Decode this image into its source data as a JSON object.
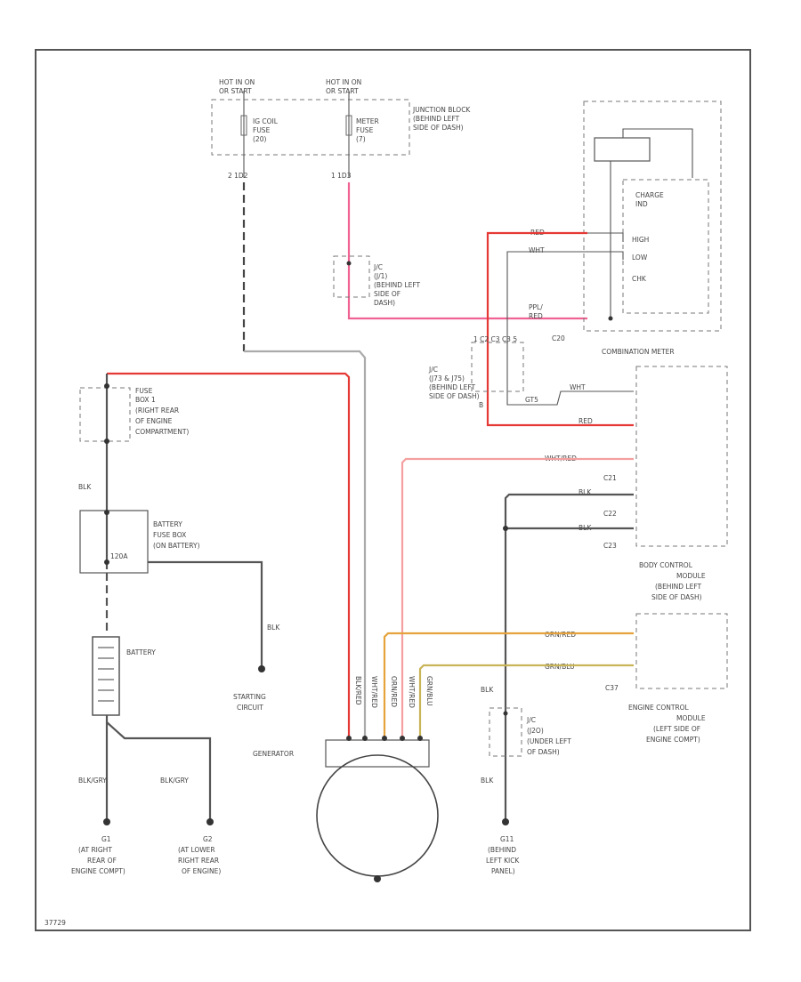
{
  "colors": {
    "frame": "#555555",
    "red": "#e53935",
    "pink": "#f06292",
    "black": "#444444",
    "gray": "#aaaaaa",
    "orange": "#e6a23c",
    "olive": "#c9b458",
    "lightpink": "#f4a0a0"
  },
  "top": {
    "hot_left": [
      "HOT IN ON",
      "OR START"
    ],
    "hot_right": [
      "HOT IN ON",
      "OR START"
    ],
    "fuse_left": [
      "IG COIL",
      "FUSE",
      "(20)"
    ],
    "fuse_right": [
      "METER",
      "FUSE",
      "(7)"
    ],
    "junction_block": [
      "JUNCTION BLOCK",
      "(BEHIND LEFT",
      "SIDE OF DASH)"
    ],
    "conn_left": "2   1D2",
    "conn_right": "1   1D3",
    "jc_upper": [
      "J/C",
      "(J/1)",
      "(BEHIND LEFT",
      "SIDE OF",
      "DASH)"
    ]
  },
  "meter": {
    "charge": [
      "CHARGE",
      "IND"
    ],
    "high": "HIGH",
    "low": "LOW",
    "chk": "CHK",
    "label": "COMBINATION METER",
    "conn": "C20",
    "wire_red": "RED",
    "wire_wht": "WHT",
    "wire_pnk": [
      "PPL/",
      "RED"
    ]
  },
  "jc_mid": {
    "label": [
      "J/C",
      "(J73 & J75)",
      "(BEHIND LEFT",
      "SIDE OF DASH)"
    ],
    "conn": "1 C2   C3 C3 5",
    "wire": "GT5",
    "pin": "B"
  },
  "bcm": {
    "label": [
      "BODY CONTROL",
      "MODULE",
      "(BEHIND LEFT",
      "SIDE OF DASH)"
    ],
    "wire_wht": "WHT",
    "wire_red": "RED",
    "wire_whtred": "WHT/RED",
    "wire_blk1": "BLK",
    "wire_blk2": "BLK",
    "conn1": "C21",
    "conn2": "C22",
    "conn3": "C23"
  },
  "ecm": {
    "label": [
      "ENGINE CONTROL",
      "MODULE",
      "(LEFT SIDE OF",
      "ENGINE COMPT)"
    ],
    "wire1": "ORN/RED",
    "wire2": "GRN/BLU",
    "conn": "C37"
  },
  "fuse_box": [
    "FUSE",
    "BOX 1",
    "(RIGHT REAR",
    "OF ENGINE",
    "COMPARTMENT)"
  ],
  "blk_label": "BLK",
  "battery_fuse": [
    "BATTERY",
    "FUSE BOX",
    "(ON BATTERY)"
  ],
  "battery_fuse_amp": "120A",
  "battery": "BATTERY",
  "starting": [
    "STARTING",
    "CIRCUIT"
  ],
  "generator": "GENERATOR",
  "gen_wires": [
    "BLK/RED",
    "WHT/RED",
    "ORN/RED",
    "WHT/RED",
    "GRN/BLU"
  ],
  "jc_low": [
    "J/C",
    "(J2O)",
    "(UNDER LEFT",
    "OF DASH)"
  ],
  "blk_upper": "BLK",
  "blk_lower": "BLK",
  "wire_blkgry1": "BLK/GRY",
  "wire_blkgry2": "BLK/GRY",
  "g1": [
    "G1",
    "(AT RIGHT",
    "REAR OF",
    "ENGINE COMPT)"
  ],
  "g2": [
    "G2",
    "(AT LOWER",
    "RIGHT REAR",
    "OF ENGINE)"
  ],
  "g11": [
    "G11",
    "(BEHIND",
    "LEFT KICK",
    "PANEL)"
  ],
  "code": "37729"
}
